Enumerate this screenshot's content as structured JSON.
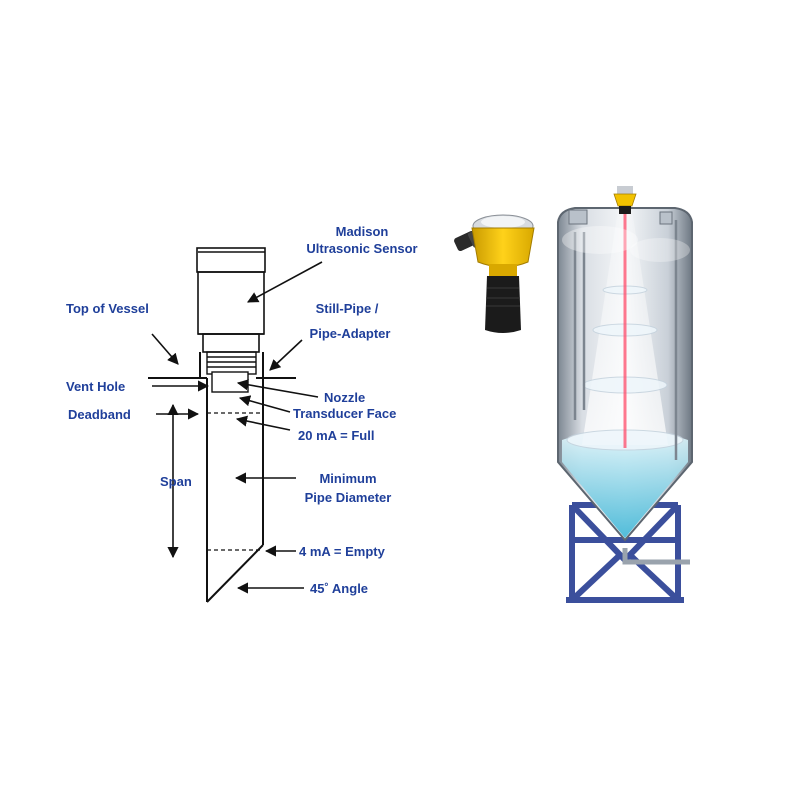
{
  "diagram": {
    "labels": {
      "sensor_line1": "Madison",
      "sensor_line2": "Ultrasonic Sensor",
      "top_of_vessel": "Top of Vessel",
      "still_pipe_line1": "Still-Pipe /",
      "still_pipe_line2": "Pipe-Adapter",
      "vent_hole": "Vent Hole",
      "nozzle": "Nozzle",
      "deadband": "Deadband",
      "transducer_face": "Transducer Face",
      "full": "20 mA = Full",
      "span": "Span",
      "min_pipe_line1": "Minimum",
      "min_pipe_line2": "Pipe Diameter",
      "empty": "4 mA = Empty",
      "angle": "45˚ Angle"
    },
    "colors": {
      "label": "#1f3f9a",
      "line": "#111111",
      "sensor_yellow": "#f2c200",
      "sensor_black": "#1b1b1b",
      "tank_glass": "#bfc8d2",
      "frame_blue": "#3b4f9c",
      "liquid": "#6fd0e6",
      "beam": "#ff4c6a"
    }
  }
}
